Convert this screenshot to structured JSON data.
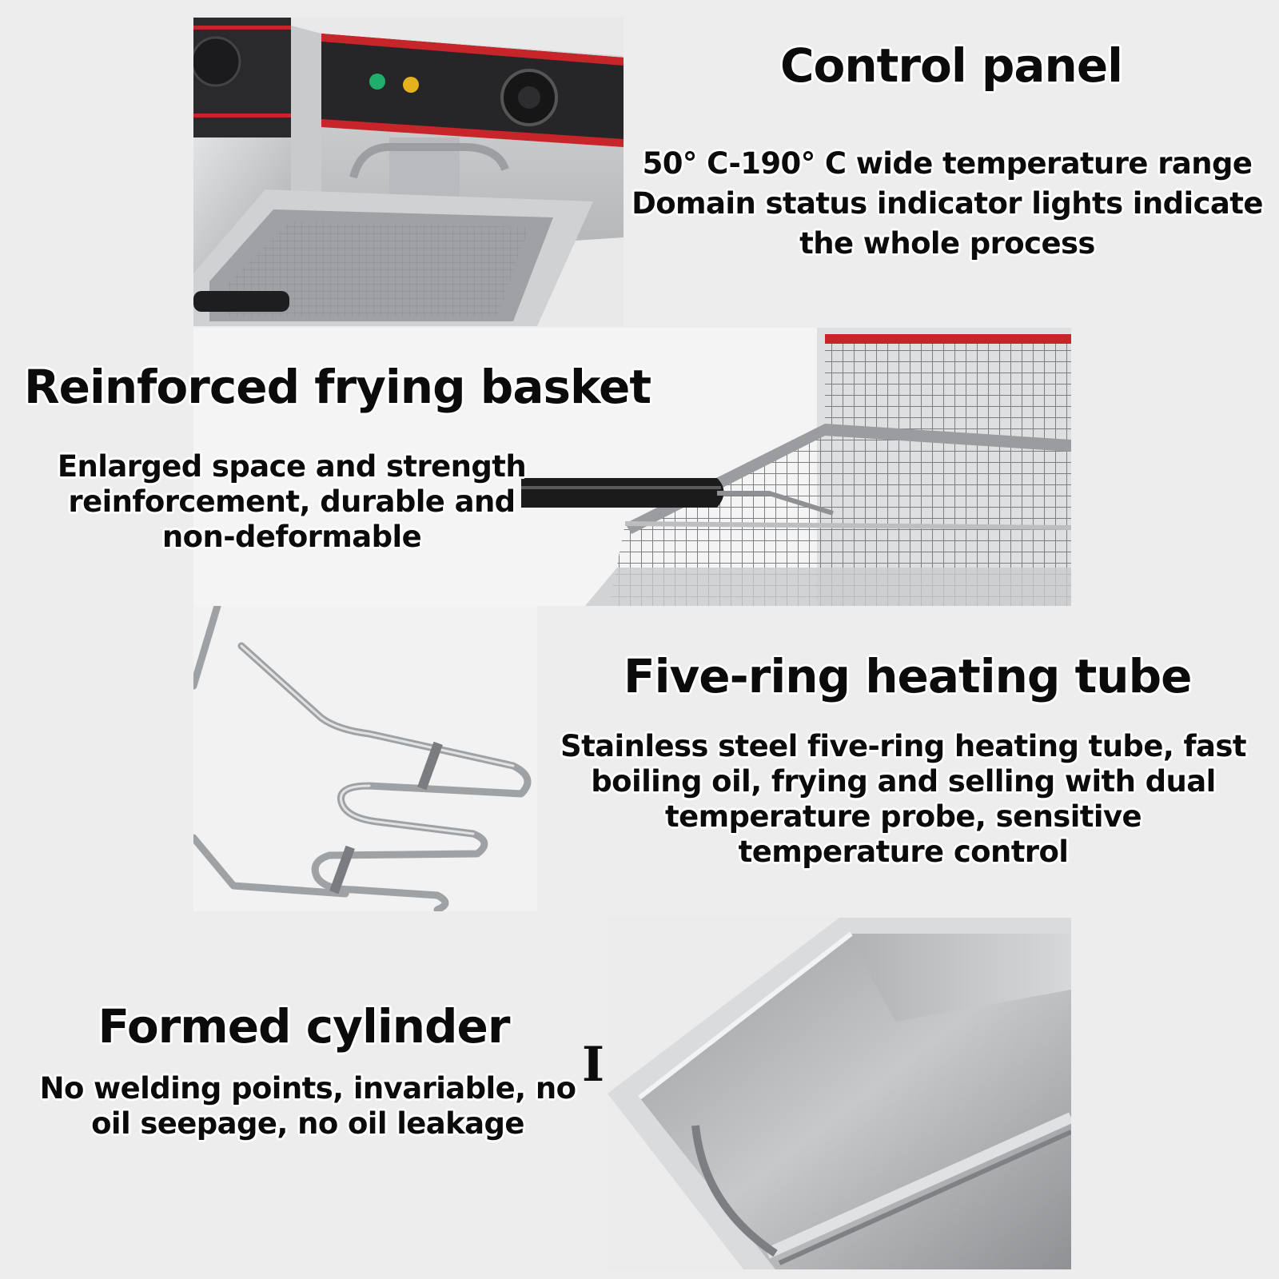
{
  "sections": [
    {
      "title": "Control panel",
      "lines": [
        "50°  C-190°  C wide temperature range",
        "Domain status indicator lights indicate",
        "the whole process"
      ],
      "photo_icon": "fryer-control-panel-icon"
    },
    {
      "title": "Reinforced frying basket",
      "lines": [
        "Enlarged space and strength",
        "reinforcement, durable and",
        "non-deformable"
      ],
      "photo_icon": "frying-basket-icon"
    },
    {
      "title": "Five-ring heating tube",
      "lines": [
        "Stainless steel five-ring heating tube, fast",
        "boiling oil, frying and selling with dual",
        "temperature probe, sensitive",
        "temperature control"
      ],
      "photo_icon": "heating-tube-icon"
    },
    {
      "title": "Formed cylinder",
      "lines": [
        "No welding points, invariable, no",
        "oil seepage, no oil leakage"
      ],
      "photo_icon": "oil-tank-icon",
      "glyph": "I"
    }
  ],
  "colors": {
    "background": "#ededed",
    "accent_red": "#c8252a",
    "steel": "#bfc1c3",
    "dark_panel": "#262628",
    "indicator_green": "#1fae6b",
    "indicator_yellow": "#e3b21c"
  }
}
